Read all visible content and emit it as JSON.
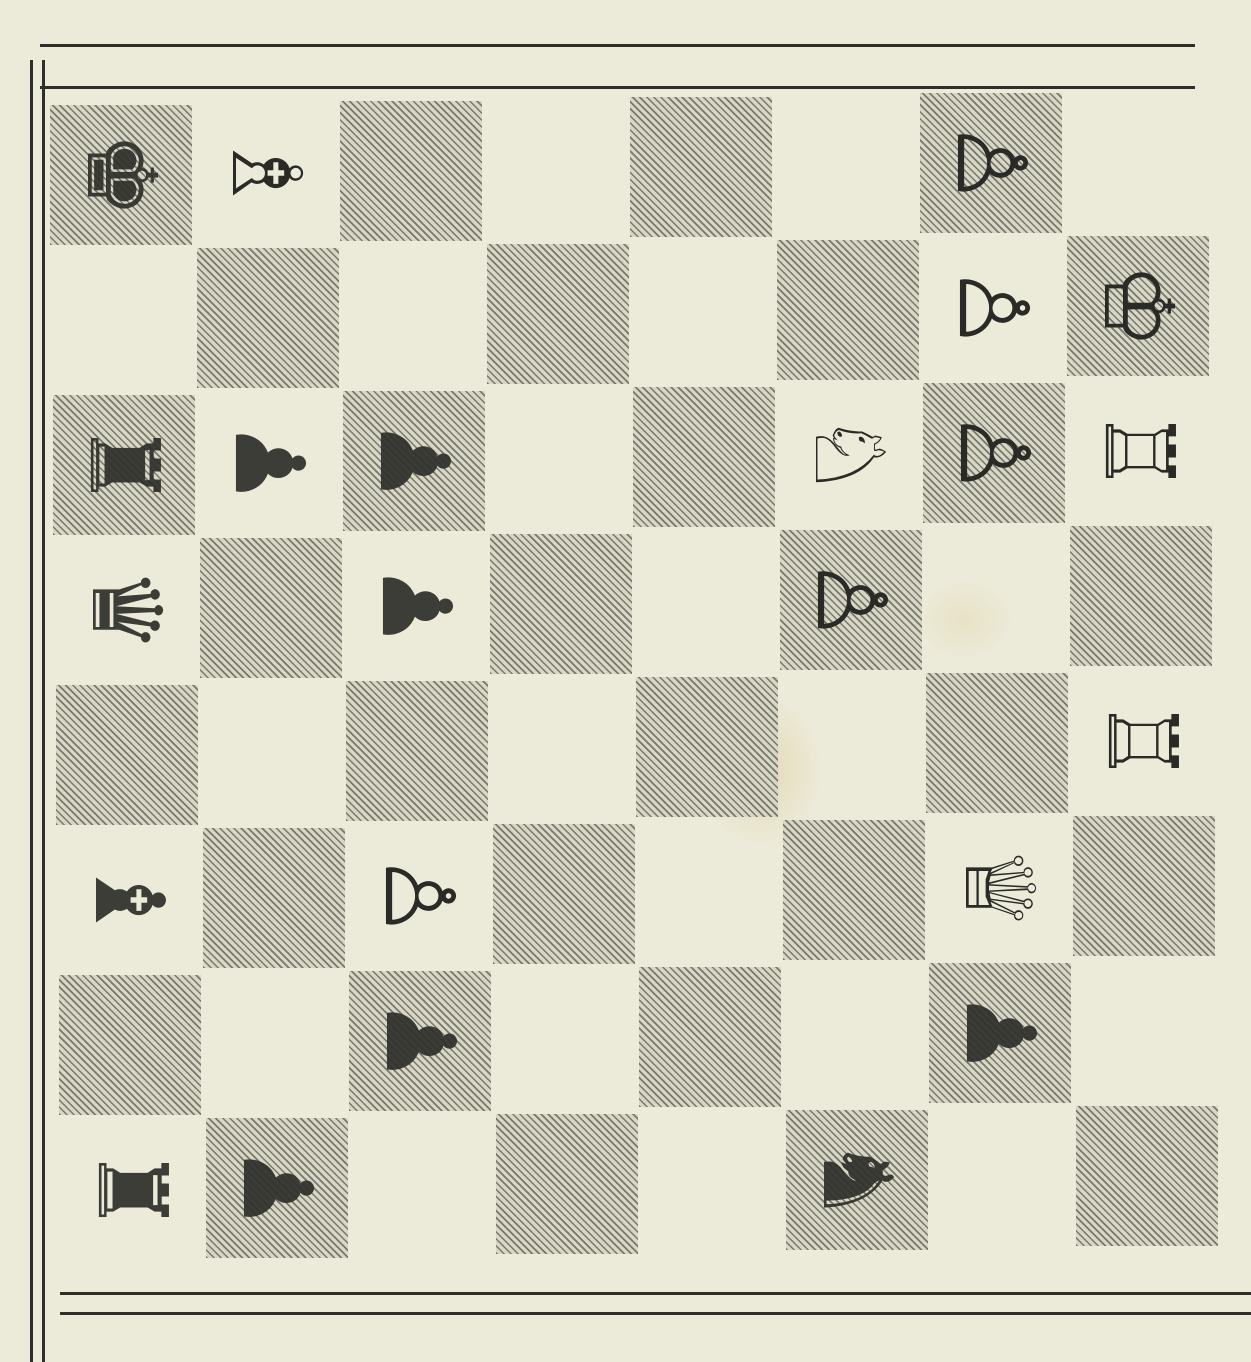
{
  "board": {
    "squares": [
      {
        "row": 0,
        "col": 0,
        "dark": true,
        "piece": "black-king",
        "glyph": "♚",
        "color": "black"
      },
      {
        "row": 0,
        "col": 1,
        "dark": false,
        "piece": "white-bishop",
        "glyph": "♗",
        "color": "white"
      },
      {
        "row": 0,
        "col": 2,
        "dark": true,
        "piece": "",
        "glyph": "",
        "color": ""
      },
      {
        "row": 0,
        "col": 3,
        "dark": false,
        "piece": "",
        "glyph": "",
        "color": ""
      },
      {
        "row": 0,
        "col": 4,
        "dark": true,
        "piece": "",
        "glyph": "",
        "color": ""
      },
      {
        "row": 0,
        "col": 5,
        "dark": false,
        "piece": "",
        "glyph": "",
        "color": ""
      },
      {
        "row": 0,
        "col": 6,
        "dark": true,
        "piece": "white-pawn",
        "glyph": "♙",
        "color": "white"
      },
      {
        "row": 0,
        "col": 7,
        "dark": false,
        "piece": "",
        "glyph": "",
        "color": ""
      },
      {
        "row": 1,
        "col": 0,
        "dark": false,
        "piece": "",
        "glyph": "",
        "color": ""
      },
      {
        "row": 1,
        "col": 1,
        "dark": true,
        "piece": "",
        "glyph": "",
        "color": ""
      },
      {
        "row": 1,
        "col": 2,
        "dark": false,
        "piece": "",
        "glyph": "",
        "color": ""
      },
      {
        "row": 1,
        "col": 3,
        "dark": true,
        "piece": "",
        "glyph": "",
        "color": ""
      },
      {
        "row": 1,
        "col": 4,
        "dark": false,
        "piece": "",
        "glyph": "",
        "color": ""
      },
      {
        "row": 1,
        "col": 5,
        "dark": true,
        "piece": "",
        "glyph": "",
        "color": ""
      },
      {
        "row": 1,
        "col": 6,
        "dark": false,
        "piece": "white-pawn",
        "glyph": "♙",
        "color": "white"
      },
      {
        "row": 1,
        "col": 7,
        "dark": true,
        "piece": "white-king",
        "glyph": "♔",
        "color": "white"
      },
      {
        "row": 2,
        "col": 0,
        "dark": true,
        "piece": "black-rook",
        "glyph": "♜",
        "color": "black"
      },
      {
        "row": 2,
        "col": 1,
        "dark": false,
        "piece": "black-pawn",
        "glyph": "♟",
        "color": "black"
      },
      {
        "row": 2,
        "col": 2,
        "dark": true,
        "piece": "black-pawn",
        "glyph": "♟",
        "color": "black"
      },
      {
        "row": 2,
        "col": 3,
        "dark": false,
        "piece": "",
        "glyph": "",
        "color": ""
      },
      {
        "row": 2,
        "col": 4,
        "dark": true,
        "piece": "",
        "glyph": "",
        "color": ""
      },
      {
        "row": 2,
        "col": 5,
        "dark": false,
        "piece": "white-knight",
        "glyph": "♘",
        "color": "white"
      },
      {
        "row": 2,
        "col": 6,
        "dark": true,
        "piece": "white-pawn",
        "glyph": "♙",
        "color": "white"
      },
      {
        "row": 2,
        "col": 7,
        "dark": false,
        "piece": "white-rook",
        "glyph": "♖",
        "color": "white"
      },
      {
        "row": 3,
        "col": 0,
        "dark": false,
        "piece": "black-queen",
        "glyph": "♛",
        "color": "black"
      },
      {
        "row": 3,
        "col": 1,
        "dark": true,
        "piece": "",
        "glyph": "",
        "color": ""
      },
      {
        "row": 3,
        "col": 2,
        "dark": false,
        "piece": "black-pawn",
        "glyph": "♟",
        "color": "black"
      },
      {
        "row": 3,
        "col": 3,
        "dark": true,
        "piece": "",
        "glyph": "",
        "color": ""
      },
      {
        "row": 3,
        "col": 4,
        "dark": false,
        "piece": "",
        "glyph": "",
        "color": ""
      },
      {
        "row": 3,
        "col": 5,
        "dark": true,
        "piece": "white-pawn",
        "glyph": "♙",
        "color": "white"
      },
      {
        "row": 3,
        "col": 6,
        "dark": false,
        "piece": "",
        "glyph": "",
        "color": ""
      },
      {
        "row": 3,
        "col": 7,
        "dark": true,
        "piece": "",
        "glyph": "",
        "color": ""
      },
      {
        "row": 4,
        "col": 0,
        "dark": true,
        "piece": "",
        "glyph": "",
        "color": ""
      },
      {
        "row": 4,
        "col": 1,
        "dark": false,
        "piece": "",
        "glyph": "",
        "color": ""
      },
      {
        "row": 4,
        "col": 2,
        "dark": true,
        "piece": "",
        "glyph": "",
        "color": ""
      },
      {
        "row": 4,
        "col": 3,
        "dark": false,
        "piece": "",
        "glyph": "",
        "color": ""
      },
      {
        "row": 4,
        "col": 4,
        "dark": true,
        "piece": "",
        "glyph": "",
        "color": ""
      },
      {
        "row": 4,
        "col": 5,
        "dark": false,
        "piece": "",
        "glyph": "",
        "color": ""
      },
      {
        "row": 4,
        "col": 6,
        "dark": true,
        "piece": "",
        "glyph": "",
        "color": ""
      },
      {
        "row": 4,
        "col": 7,
        "dark": false,
        "piece": "white-rook",
        "glyph": "♖",
        "color": "white"
      },
      {
        "row": 5,
        "col": 0,
        "dark": false,
        "piece": "black-bishop",
        "glyph": "♝",
        "color": "black"
      },
      {
        "row": 5,
        "col": 1,
        "dark": true,
        "piece": "",
        "glyph": "",
        "color": ""
      },
      {
        "row": 5,
        "col": 2,
        "dark": false,
        "piece": "white-pawn",
        "glyph": "♙",
        "color": "white"
      },
      {
        "row": 5,
        "col": 3,
        "dark": true,
        "piece": "",
        "glyph": "",
        "color": ""
      },
      {
        "row": 5,
        "col": 4,
        "dark": false,
        "piece": "",
        "glyph": "",
        "color": ""
      },
      {
        "row": 5,
        "col": 5,
        "dark": true,
        "piece": "",
        "glyph": "",
        "color": ""
      },
      {
        "row": 5,
        "col": 6,
        "dark": false,
        "piece": "white-queen",
        "glyph": "♕",
        "color": "white"
      },
      {
        "row": 5,
        "col": 7,
        "dark": true,
        "piece": "",
        "glyph": "",
        "color": ""
      },
      {
        "row": 6,
        "col": 0,
        "dark": true,
        "piece": "",
        "glyph": "",
        "color": ""
      },
      {
        "row": 6,
        "col": 1,
        "dark": false,
        "piece": "",
        "glyph": "",
        "color": ""
      },
      {
        "row": 6,
        "col": 2,
        "dark": true,
        "piece": "black-pawn",
        "glyph": "♟",
        "color": "black"
      },
      {
        "row": 6,
        "col": 3,
        "dark": false,
        "piece": "",
        "glyph": "",
        "color": ""
      },
      {
        "row": 6,
        "col": 4,
        "dark": true,
        "piece": "",
        "glyph": "",
        "color": ""
      },
      {
        "row": 6,
        "col": 5,
        "dark": false,
        "piece": "",
        "glyph": "",
        "color": ""
      },
      {
        "row": 6,
        "col": 6,
        "dark": true,
        "piece": "black-pawn",
        "glyph": "♟",
        "color": "black"
      },
      {
        "row": 6,
        "col": 7,
        "dark": false,
        "piece": "",
        "glyph": "",
        "color": ""
      },
      {
        "row": 7,
        "col": 0,
        "dark": false,
        "piece": "black-rook",
        "glyph": "♜",
        "color": "black"
      },
      {
        "row": 7,
        "col": 1,
        "dark": true,
        "piece": "black-pawn",
        "glyph": "♟",
        "color": "black"
      },
      {
        "row": 7,
        "col": 2,
        "dark": false,
        "piece": "",
        "glyph": "",
        "color": ""
      },
      {
        "row": 7,
        "col": 3,
        "dark": true,
        "piece": "",
        "glyph": "",
        "color": ""
      },
      {
        "row": 7,
        "col": 4,
        "dark": false,
        "piece": "",
        "glyph": "",
        "color": ""
      },
      {
        "row": 7,
        "col": 5,
        "dark": true,
        "piece": "black-knight",
        "glyph": "♞",
        "color": "black"
      },
      {
        "row": 7,
        "col": 6,
        "dark": false,
        "piece": "",
        "glyph": "",
        "color": ""
      },
      {
        "row": 7,
        "col": 7,
        "dark": true,
        "piece": "",
        "glyph": "",
        "color": ""
      }
    ]
  },
  "colors": {
    "paper": "#ecebd9",
    "ink": "#2e2e2a",
    "dark_square": "#d8d7c6"
  }
}
